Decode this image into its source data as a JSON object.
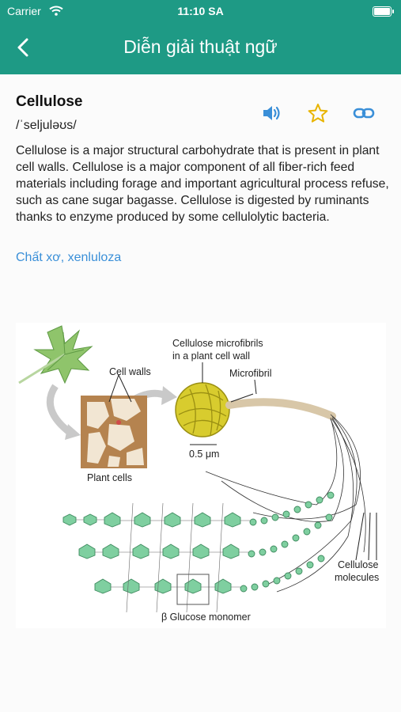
{
  "status_bar": {
    "carrier": "Carrier",
    "time": "11:10 SA"
  },
  "nav": {
    "title": "Diễn giải thuật ngữ",
    "back_icon": "chevron-left-icon"
  },
  "entry": {
    "term": "Cellulose",
    "phonetic": "/ˈseljuləʊs/",
    "description": "Cellulose is a major structural carbohydrate that is present in plant cell walls. Cellulose is a major component of all fiber-rich feed materials including forage and important agricultural process refuse, such as cane sugar bagasse. Cellulose is digested by ruminants thanks to enzyme produced by some cellulolytic bacteria.",
    "translation": "Chất xơ, xenluloza"
  },
  "actions": [
    {
      "icon": "speaker-icon"
    },
    {
      "icon": "star-icon"
    },
    {
      "icon": "link-icon"
    }
  ],
  "figure": {
    "labels": {
      "cell_walls": "Cell walls",
      "plant_cells": "Plant cells",
      "microfibrils_line1": "Cellulose microfibrils",
      "microfibrils_line2": "in a plant cell wall",
      "microfibril": "Microfibril",
      "scale": "0.5 μm",
      "molecules_line1": "Cellulose",
      "molecules_line2": "molecules",
      "monomer": "β Glucose monomer"
    }
  },
  "colors": {
    "header": "#1e9a85",
    "accent": "#3a8fd8",
    "star": "#e8b400"
  }
}
